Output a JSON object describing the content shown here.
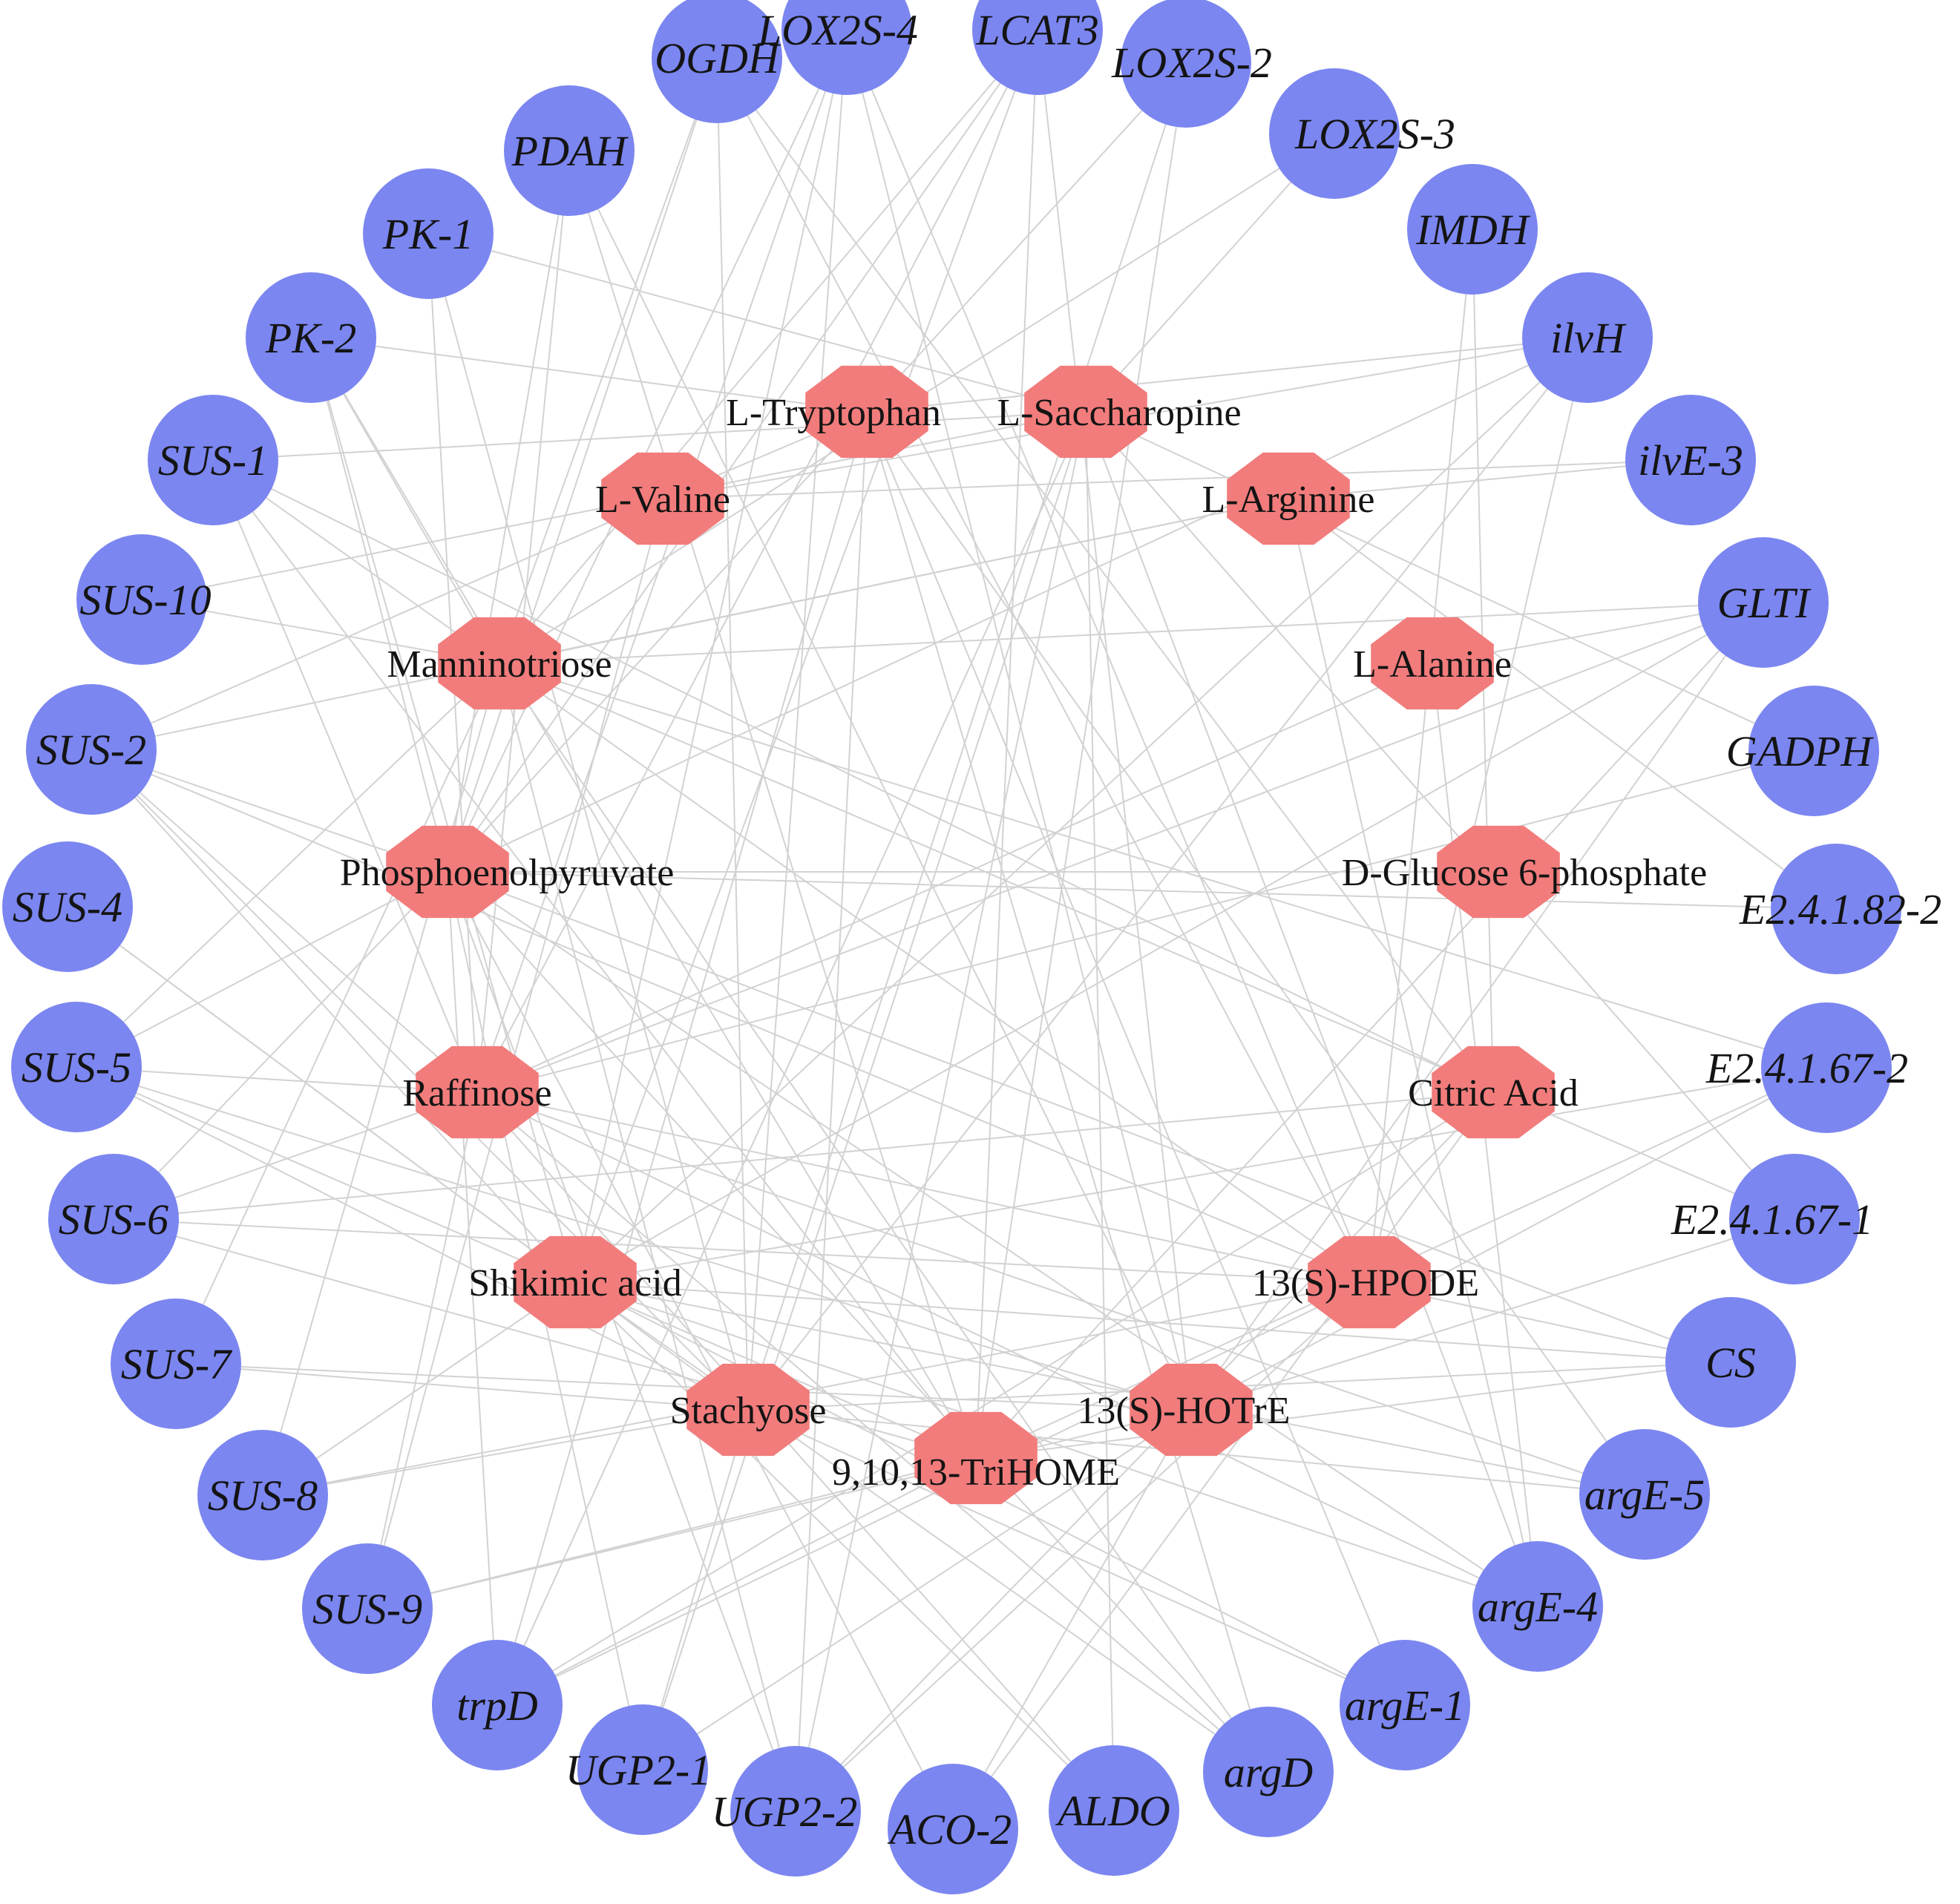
{
  "colors": {
    "gene": "#7b86f0",
    "metabolite": "#f27c7c",
    "edge": "#d2d2d2",
    "text": "#141414"
  },
  "genes": [
    {
      "id": "OGDH",
      "label": "OGDH"
    },
    {
      "id": "LOX2S-4",
      "label": "LOX2S-4"
    },
    {
      "id": "LCAT3",
      "label": "LCAT3"
    },
    {
      "id": "LOX2S-2",
      "label": "LOX2S-2"
    },
    {
      "id": "LOX2S-3",
      "label": "LOX2S-3"
    },
    {
      "id": "IMDH",
      "label": "IMDH"
    },
    {
      "id": "ilvH",
      "label": "ilvH"
    },
    {
      "id": "ilvE-3",
      "label": "ilvE-3"
    },
    {
      "id": "GLTI",
      "label": "GLTI"
    },
    {
      "id": "GADPH",
      "label": "GADPH"
    },
    {
      "id": "E2.4.1.82-2",
      "label": "E2.4.1.82-2"
    },
    {
      "id": "E2.4.1.67-2",
      "label": "E2.4.1.67-2"
    },
    {
      "id": "E2.4.1.67-1",
      "label": "E2.4.1.67-1"
    },
    {
      "id": "CS",
      "label": "CS"
    },
    {
      "id": "argE-5",
      "label": "argE-5"
    },
    {
      "id": "argE-4",
      "label": "argE-4"
    },
    {
      "id": "argE-1",
      "label": "argE-1"
    },
    {
      "id": "argD",
      "label": "argD"
    },
    {
      "id": "ALDO",
      "label": "ALDO"
    },
    {
      "id": "ACO-2",
      "label": "ACO-2"
    },
    {
      "id": "UGP2-2",
      "label": "UGP2-2"
    },
    {
      "id": "UGP2-1",
      "label": "UGP2-1"
    },
    {
      "id": "trpD",
      "label": "trpD"
    },
    {
      "id": "SUS-9",
      "label": "SUS-9"
    },
    {
      "id": "SUS-8",
      "label": "SUS-8"
    },
    {
      "id": "SUS-7",
      "label": "SUS-7"
    },
    {
      "id": "SUS-6",
      "label": "SUS-6"
    },
    {
      "id": "SUS-5",
      "label": "SUS-5"
    },
    {
      "id": "SUS-4",
      "label": "SUS-4"
    },
    {
      "id": "SUS-2",
      "label": "SUS-2"
    },
    {
      "id": "SUS-10",
      "label": "SUS-10"
    },
    {
      "id": "SUS-1",
      "label": "SUS-1"
    },
    {
      "id": "PK-2",
      "label": "PK-2"
    },
    {
      "id": "PK-1",
      "label": "PK-1"
    },
    {
      "id": "PDAH",
      "label": "PDAH"
    }
  ],
  "metabolites": [
    {
      "id": "L-Tryptophan",
      "label": "L-Tryptophan"
    },
    {
      "id": "L-Saccharopine",
      "label": "L-Saccharopine"
    },
    {
      "id": "L-Valine",
      "label": "L-Valine"
    },
    {
      "id": "L-Arginine",
      "label": "L-Arginine"
    },
    {
      "id": "Manninotriose",
      "label": "Manninotriose"
    },
    {
      "id": "L-Alanine",
      "label": "L-Alanine"
    },
    {
      "id": "Phosphoenolpyruvate",
      "label": "Phosphoenolpyruvate"
    },
    {
      "id": "D-Glucose 6-phosphate",
      "label": "D-Glucose 6-phosphate"
    },
    {
      "id": "Raffinose",
      "label": "Raffinose"
    },
    {
      "id": "Citric Acid",
      "label": "Citric Acid"
    },
    {
      "id": "Shikimic acid",
      "label": "Shikimic acid"
    },
    {
      "id": "13(S)-HPODE",
      "label": "13(S)-HPODE"
    },
    {
      "id": "Stachyose",
      "label": "Stachyose"
    },
    {
      "id": "13(S)-HOTrE",
      "label": "13(S)-HOTrE"
    },
    {
      "id": "9,10,13-TriHOME",
      "label": "9,10,13-TriHOME"
    }
  ],
  "edges": [
    [
      "OGDH",
      "Manninotriose"
    ],
    [
      "OGDH",
      "13(S)-HPODE"
    ],
    [
      "OGDH",
      "Phosphoenolpyruvate"
    ],
    [
      "OGDH",
      "Citric Acid"
    ],
    [
      "OGDH",
      "Stachyose"
    ],
    [
      "LOX2S-4",
      "Phosphoenolpyruvate"
    ],
    [
      "LOX2S-4",
      "13(S)-HOTrE"
    ],
    [
      "LOX2S-4",
      "Stachyose"
    ],
    [
      "LOX2S-4",
      "Raffinose"
    ],
    [
      "LOX2S-4",
      "13(S)-HPODE"
    ],
    [
      "LOX2S-4",
      "Shikimic acid"
    ],
    [
      "LCAT3",
      "Manninotriose"
    ],
    [
      "LCAT3",
      "13(S)-HOTrE"
    ],
    [
      "LCAT3",
      "Raffinose"
    ],
    [
      "LCAT3",
      "9,10,13-TriHOME"
    ],
    [
      "LCAT3",
      "Shikimic acid"
    ],
    [
      "LCAT3",
      "Phosphoenolpyruvate"
    ],
    [
      "LOX2S-2",
      "9,10,13-TriHOME"
    ],
    [
      "LOX2S-2",
      "Phosphoenolpyruvate"
    ],
    [
      "LOX2S-2",
      "Stachyose"
    ],
    [
      "LOX2S-3",
      "L-Saccharopine"
    ],
    [
      "LOX2S-3",
      "Manninotriose"
    ],
    [
      "IMDH",
      "13(S)-HPODE"
    ],
    [
      "IMDH",
      "Citric Acid"
    ],
    [
      "ilvH",
      "L-Tryptophan"
    ],
    [
      "ilvH",
      "L-Valine"
    ],
    [
      "ilvH",
      "Phosphoenolpyruvate"
    ],
    [
      "ilvH",
      "13(S)-HPODE"
    ],
    [
      "ilvH",
      "Shikimic acid"
    ],
    [
      "ilvH",
      "Stachyose"
    ],
    [
      "ilvE-3",
      "L-Valine"
    ],
    [
      "ilvE-3",
      "L-Arginine"
    ],
    [
      "GLTI",
      "Manninotriose"
    ],
    [
      "GLTI",
      "13(S)-HOTrE"
    ],
    [
      "GLTI",
      "9,10,13-TriHOME"
    ],
    [
      "GLTI",
      "Raffinose"
    ],
    [
      "GLTI",
      "L-Alanine"
    ],
    [
      "GLTI",
      "Shikimic acid"
    ],
    [
      "GADPH",
      "Raffinose"
    ],
    [
      "GADPH",
      "L-Saccharopine"
    ],
    [
      "E2.4.1.82-2",
      "Phosphoenolpyruvate"
    ],
    [
      "E2.4.1.82-2",
      "L-Arginine"
    ],
    [
      "E2.4.1.67-2",
      "Manninotriose"
    ],
    [
      "E2.4.1.67-2",
      "9,10,13-TriHOME"
    ],
    [
      "E2.4.1.67-2",
      "13(S)-HOTrE"
    ],
    [
      "E2.4.1.67-2",
      "Shikimic acid"
    ],
    [
      "E2.4.1.67-1",
      "Manninotriose"
    ],
    [
      "E2.4.1.67-1",
      "L-Saccharopine"
    ],
    [
      "E2.4.1.67-1",
      "13(S)-HOTrE"
    ],
    [
      "CS",
      "Stachyose"
    ],
    [
      "CS",
      "9,10,13-TriHOME"
    ],
    [
      "CS",
      "Raffinose"
    ],
    [
      "CS",
      "Shikimic acid"
    ],
    [
      "CS",
      "Phosphoenolpyruvate"
    ],
    [
      "argE-5",
      "Stachyose"
    ],
    [
      "argE-5",
      "Shikimic acid"
    ],
    [
      "argE-5",
      "Raffinose"
    ],
    [
      "argE-5",
      "L-Tryptophan"
    ],
    [
      "argE-4",
      "L-Arginine"
    ],
    [
      "argE-4",
      "Phosphoenolpyruvate"
    ],
    [
      "argE-4",
      "L-Saccharopine"
    ],
    [
      "argE-4",
      "Shikimic acid"
    ],
    [
      "argE-4",
      "Raffinose"
    ],
    [
      "argE-4",
      "L-Alanine"
    ],
    [
      "argE-1",
      "L-Tryptophan"
    ],
    [
      "argE-1",
      "Stachyose"
    ],
    [
      "argE-1",
      "Shikimic acid"
    ],
    [
      "argD",
      "L-Tryptophan"
    ],
    [
      "argD",
      "Manninotriose"
    ],
    [
      "argD",
      "Raffinose"
    ],
    [
      "argD",
      "Phosphoenolpyruvate"
    ],
    [
      "argD",
      "Shikimic acid"
    ],
    [
      "ALDO",
      "Shikimic acid"
    ],
    [
      "ALDO",
      "Raffinose"
    ],
    [
      "ALDO",
      "L-Saccharopine"
    ],
    [
      "ACO-2",
      "13(S)-HOTrE"
    ],
    [
      "ACO-2",
      "Phosphoenolpyruvate"
    ],
    [
      "ACO-2",
      "Citric Acid"
    ],
    [
      "UGP2-2",
      "L-Tryptophan"
    ],
    [
      "UGP2-2",
      "L-Saccharopine"
    ],
    [
      "UGP2-2",
      "13(S)-HPODE"
    ],
    [
      "UGP2-2",
      "Manninotriose"
    ],
    [
      "UGP2-2",
      "Phosphoenolpyruvate"
    ],
    [
      "UGP2-2",
      "Citric Acid"
    ],
    [
      "UGP2-1",
      "L-Saccharopine"
    ],
    [
      "UGP2-1",
      "13(S)-HOTrE"
    ],
    [
      "UGP2-1",
      "Phosphoenolpyruvate"
    ],
    [
      "UGP2-1",
      "Stachyose"
    ],
    [
      "trpD",
      "L-Tryptophan"
    ],
    [
      "trpD",
      "L-Saccharopine"
    ],
    [
      "trpD",
      "9,10,13-TriHOME"
    ],
    [
      "trpD",
      "13(S)-HPODE"
    ],
    [
      "trpD",
      "Citric Acid"
    ],
    [
      "trpD",
      "Phosphoenolpyruvate"
    ],
    [
      "SUS-9",
      "L-Valine"
    ],
    [
      "SUS-9",
      "Raffinose"
    ],
    [
      "SUS-9",
      "9,10,13-TriHOME"
    ],
    [
      "SUS-9",
      "13(S)-HOTrE"
    ],
    [
      "SUS-8",
      "Manninotriose"
    ],
    [
      "SUS-8",
      "13(S)-HPODE"
    ],
    [
      "SUS-8",
      "Stachyose"
    ],
    [
      "SUS-8",
      "Shikimic acid"
    ],
    [
      "SUS-7",
      "Manninotriose"
    ],
    [
      "SUS-7",
      "13(S)-HOTrE"
    ],
    [
      "SUS-7",
      "Stachyose"
    ],
    [
      "SUS-6",
      "Phosphoenolpyruvate"
    ],
    [
      "SUS-6",
      "9,10,13-TriHOME"
    ],
    [
      "SUS-6",
      "13(S)-HPODE"
    ],
    [
      "SUS-6",
      "Raffinose"
    ],
    [
      "SUS-6",
      "Citric Acid"
    ],
    [
      "SUS-5",
      "Manninotriose"
    ],
    [
      "SUS-5",
      "Raffinose"
    ],
    [
      "SUS-5",
      "13(S)-HOTrE"
    ],
    [
      "SUS-5",
      "9,10,13-TriHOME"
    ],
    [
      "SUS-5",
      "Stachyose"
    ],
    [
      "SUS-5",
      "Phosphoenolpyruvate"
    ],
    [
      "SUS-4",
      "Stachyose"
    ],
    [
      "SUS-4",
      "Shikimic acid"
    ],
    [
      "SUS-2",
      "L-Valine"
    ],
    [
      "SUS-2",
      "Phosphoenolpyruvate"
    ],
    [
      "SUS-2",
      "Raffinose"
    ],
    [
      "SUS-2",
      "13(S)-HPODE"
    ],
    [
      "SUS-2",
      "Stachyose"
    ],
    [
      "SUS-2",
      "Shikimic acid"
    ],
    [
      "SUS-2",
      "L-Arginine"
    ],
    [
      "SUS-10",
      "Manninotriose"
    ],
    [
      "SUS-10",
      "L-Saccharopine"
    ],
    [
      "SUS-1",
      "L-Saccharopine"
    ],
    [
      "SUS-1",
      "13(S)-HPODE"
    ],
    [
      "SUS-1",
      "Citric Acid"
    ],
    [
      "SUS-1",
      "Raffinose"
    ],
    [
      "SUS-1",
      "9,10,13-TriHOME"
    ],
    [
      "PK-2",
      "Manninotriose"
    ],
    [
      "PK-2",
      "Phosphoenolpyruvate"
    ],
    [
      "PK-2",
      "9,10,13-TriHOME"
    ],
    [
      "PK-2",
      "L-Tryptophan"
    ],
    [
      "PK-2",
      "Shikimic acid"
    ],
    [
      "PK-1",
      "Raffinose"
    ],
    [
      "PK-1",
      "Stachyose"
    ],
    [
      "PK-1",
      "L-Saccharopine"
    ],
    [
      "PDAH",
      "Raffinose"
    ],
    [
      "PDAH",
      "13(S)-HOTrE"
    ],
    [
      "PDAH",
      "Phosphoenolpyruvate"
    ],
    [
      "PDAH",
      "9,10,13-TriHOME"
    ],
    [
      "L-Tryptophan",
      "L-Valine"
    ],
    [
      "L-Arginine",
      "Manninotriose"
    ],
    [
      "L-Alanine",
      "Raffinose"
    ],
    [
      "D-Glucose 6-phosphate",
      "Phosphoenolpyruvate"
    ]
  ]
}
